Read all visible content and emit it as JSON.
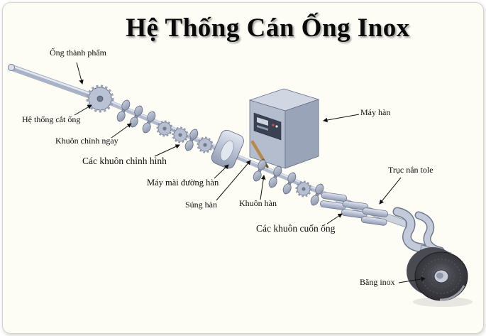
{
  "title": "Hệ Thống Cán Ống Inox",
  "diagram": {
    "labels": [
      {
        "id": "finished-pipe",
        "text": "Ống thành phẩm"
      },
      {
        "id": "cutting-system",
        "text": "Hệ thống cắt ống"
      },
      {
        "id": "straightening-die",
        "text": "Khuôn chỉnh ngay"
      },
      {
        "id": "shaping-dies",
        "text": "Các khuôn chỉnh hình"
      },
      {
        "id": "weld-grinder",
        "text": "Máy mài đường hàn"
      },
      {
        "id": "welding-gun",
        "text": "Súng hàn"
      },
      {
        "id": "welding-die",
        "text": "Khuôn hàn"
      },
      {
        "id": "welding-machine",
        "text": "Máy hàn"
      },
      {
        "id": "sheet-roller",
        "text": "Trục nắn tole"
      },
      {
        "id": "forming-dies",
        "text": "Các khuôn cuốn ống"
      },
      {
        "id": "inox-coil",
        "text": "Băng inox"
      }
    ],
    "colors": {
      "machine_light": "#d0d6e2",
      "machine_mid": "#b4bdce",
      "machine_dark": "#9aa4b9",
      "coil_dark": "#333338",
      "panel_background": "#fdfcf5",
      "title_color": "#0a0a0a",
      "leader_line": "#111111"
    }
  }
}
